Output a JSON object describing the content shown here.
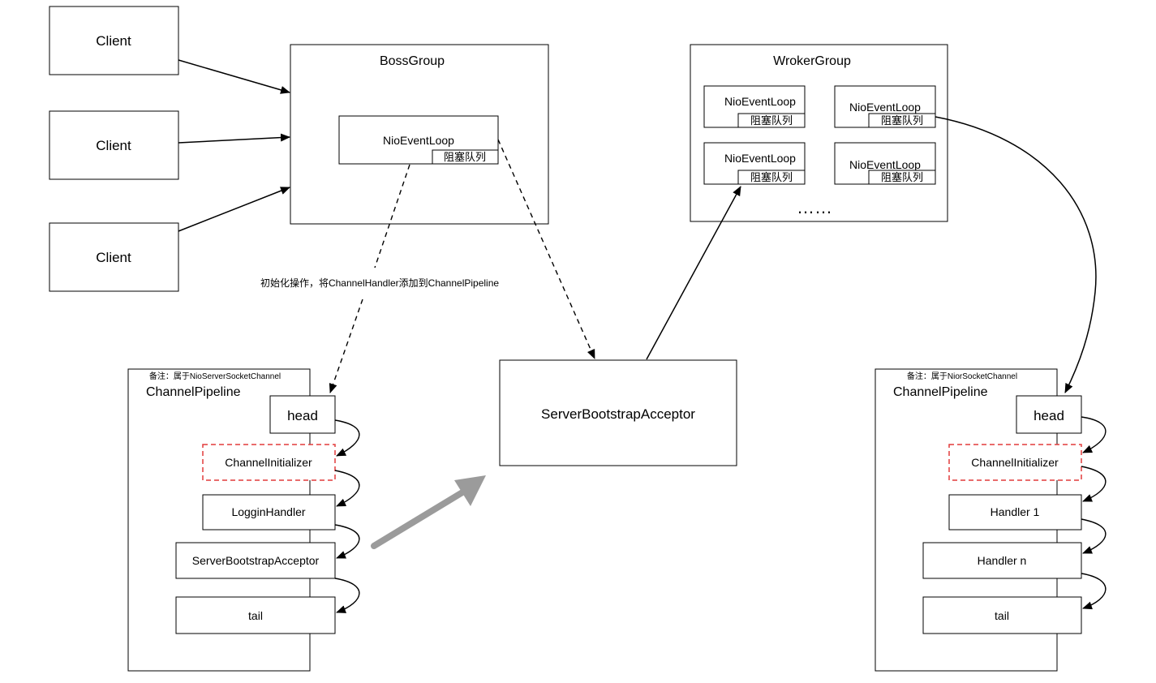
{
  "clients": [
    "Client",
    "Client",
    "Client"
  ],
  "boss_group": {
    "title": "BossGroup",
    "event_loop": "NioEventLoop",
    "queue": "阻塞队列"
  },
  "worker_group": {
    "title": "WrokerGroup",
    "loops": [
      {
        "name": "NioEventLoop",
        "queue": "阻塞队列"
      },
      {
        "name": "NioEventLoop",
        "queue": "阻塞队列"
      },
      {
        "name": "NioEventLoop",
        "queue": "阻塞队列"
      },
      {
        "name": "NioEventLoop",
        "queue": "阻塞队列"
      }
    ],
    "ellipsis": "……"
  },
  "init_label": "初始化操作，将ChannelHandler添加到ChannelPipeline",
  "acceptor": "ServerBootstrapAcceptor",
  "left_pipeline": {
    "note": "备注：属于NioServerSocketChannel",
    "title": "ChannelPipeline",
    "head": "head",
    "handlers": [
      "ChannelInitializer",
      "LogginHandler",
      "ServerBootstrapAcceptor"
    ],
    "tail": "tail"
  },
  "right_pipeline": {
    "note": "备注：属于NiorSocketChannel",
    "title": "ChannelPipeline",
    "head": "head",
    "handlers": [
      "ChannelInitializer",
      "Handler 1",
      "Handler n"
    ],
    "tail": "tail"
  },
  "colors": {
    "initializer_border": "#e23b3b",
    "big_arrow": "#9b9b9b"
  }
}
